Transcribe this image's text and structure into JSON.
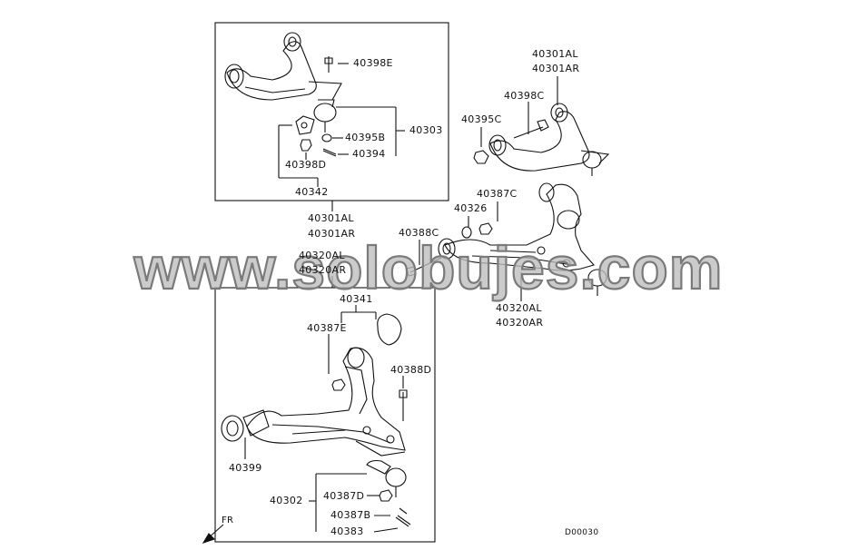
{
  "diagram": {
    "code": "D00030",
    "direction_label": "FR",
    "watermark": "www.solobujes.com",
    "upper_box": {
      "labels": {
        "p40398E": "40398E",
        "p40303": "40303",
        "p40395B": "40395B",
        "p40394": "40394",
        "p40398D": "40398D",
        "p40342": "40342"
      }
    },
    "middle": {
      "labels": {
        "p40301AL": "40301AL",
        "p40301AR": "40301AR",
        "p40320AL": "40320AL",
        "p40320AR": "40320AR"
      }
    },
    "lower_box": {
      "labels": {
        "p40341": "40341",
        "p40387E": "40387E",
        "p40388D": "40388D",
        "p40399": "40399",
        "p40302": "40302",
        "p40387D": "40387D",
        "p40387B": "40387B",
        "p40383": "40383"
      }
    },
    "right_assembly": {
      "labels": {
        "p40301AL": "40301AL",
        "p40301AR": "40301AR",
        "p40398C": "40398C",
        "p40395C": "40395C",
        "p40387C": "40387C",
        "p40326": "40326",
        "p40388C": "40388C",
        "p40320AL": "40320AL",
        "p40320AR": "40320AR"
      }
    }
  }
}
